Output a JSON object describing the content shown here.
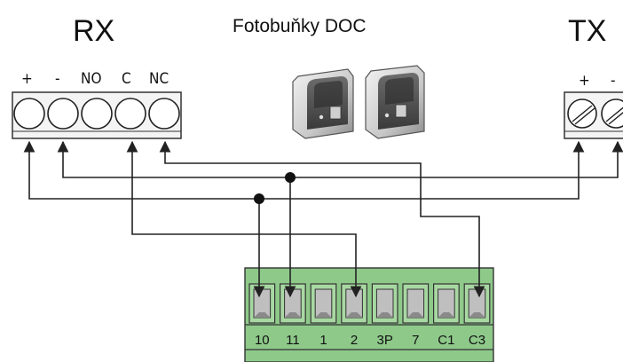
{
  "title": "Fotobuňky DOC",
  "receiver": {
    "label": "RX",
    "pins": [
      "+",
      "-",
      "NO",
      "C",
      "NC"
    ]
  },
  "transmitter": {
    "label": "TX",
    "pins": [
      "+",
      "-"
    ]
  },
  "control_board": {
    "color": "#8ec98a",
    "terminals": [
      "10",
      "11",
      "1",
      "2",
      "3P",
      "7",
      "C1",
      "C3"
    ]
  },
  "connections": [
    {
      "from": "RX +",
      "to": "TX +",
      "junction_to": "10"
    },
    {
      "from": "RX -",
      "to": "TX -",
      "junction_to": "11"
    },
    {
      "from": "RX C",
      "to": "2"
    },
    {
      "from": "RX NC",
      "to": "C3"
    }
  ],
  "icons": [
    "photocell-receiver-icon",
    "photocell-transmitter-icon"
  ]
}
